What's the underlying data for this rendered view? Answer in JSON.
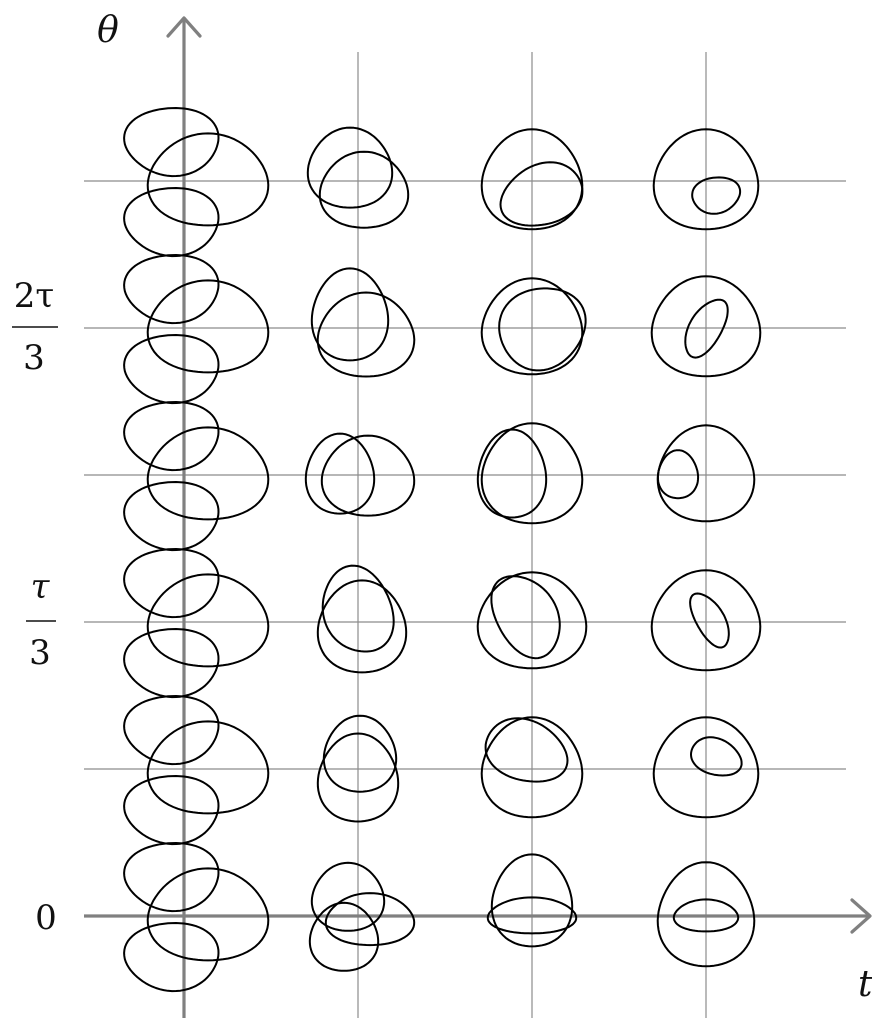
{
  "axes": {
    "vertical_label": "θ",
    "horizontal_label": "t"
  },
  "tick_labels": {
    "zero": "0",
    "tau_third": {
      "numerator": "τ",
      "denominator": "3"
    },
    "two_tau_third": {
      "numerator": "2τ",
      "denominator": "3"
    }
  },
  "grid": {
    "columns": 4,
    "rows": 6
  },
  "colors": {
    "axis": "#808080",
    "grid": "#8c8c8c",
    "curve": "#000000"
  }
}
